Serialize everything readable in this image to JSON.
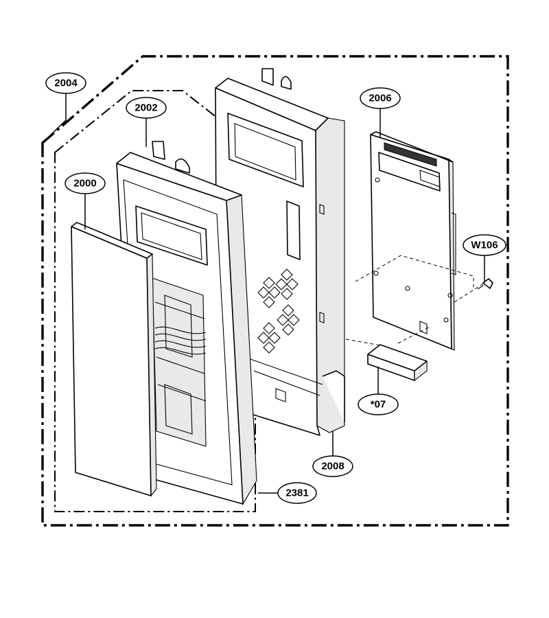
{
  "diagram": {
    "callouts": [
      {
        "id": "2004",
        "text": "2004"
      },
      {
        "id": "2002",
        "text": "2002"
      },
      {
        "id": "2000",
        "text": "2000"
      },
      {
        "id": "2006",
        "text": "2006"
      },
      {
        "id": "W106",
        "text": "W106"
      },
      {
        "id": "07",
        "text": "*07"
      },
      {
        "id": "2008",
        "text": "2008"
      },
      {
        "id": "2381",
        "text": "2381"
      }
    ]
  }
}
